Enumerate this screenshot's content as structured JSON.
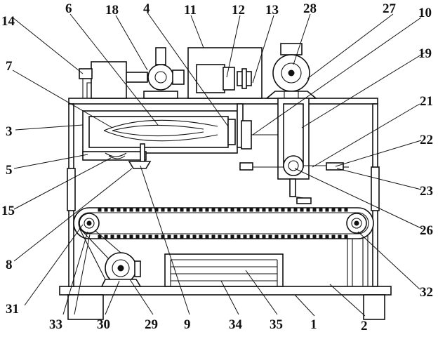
{
  "labels": {
    "l1": "1",
    "l2": "2",
    "l3": "3",
    "l4": "4",
    "l5": "5",
    "l6": "6",
    "l7": "7",
    "l8": "8",
    "l9": "9",
    "l10": "10",
    "l11": "11",
    "l12": "12",
    "l13": "13",
    "l14": "14",
    "l15": "15",
    "l18": "18",
    "l19": "19",
    "l21": "21",
    "l22": "22",
    "l23": "23",
    "l26": "26",
    "l27": "27",
    "l28": "28",
    "l29": "29",
    "l30": "30",
    "l31": "31",
    "l32": "32",
    "l33": "33",
    "l34": "34",
    "l35": "35"
  }
}
